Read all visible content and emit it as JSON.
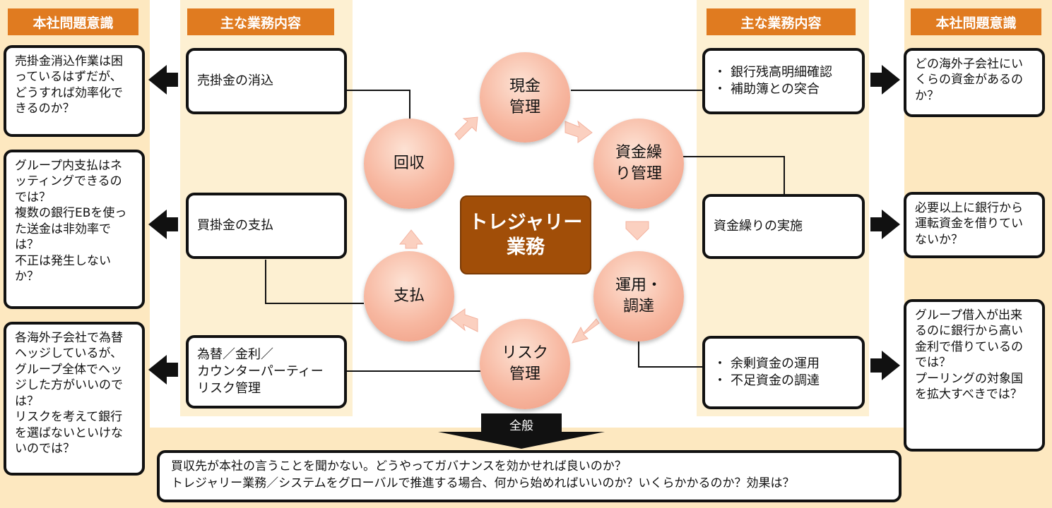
{
  "headers": {
    "left_issue": "本社問題意識",
    "left_tasks": "主な業務内容",
    "right_tasks": "主な業務内容",
    "right_issue": "本社問題意識"
  },
  "left_issues": [
    "売掛金消込作業は困っているはずだが、どうすれば効率化できるのか？",
    "グループ内支払はネッティングできるのでは？\n複数の銀行EBを使った送金は非効率では？\n不正は発生しないか？",
    "各海外子会社で為替ヘッジしているが、グループ全体でヘッジした方がいいのでは？\nリスクを考えて銀行を選ばないといけないのでは？"
  ],
  "left_tasks": [
    "売掛金の消込",
    "買掛金の支払",
    "為替／金利／\nカウンターパーティーリスク管理"
  ],
  "right_tasks": {
    "cash": [
      "銀行残高明細確認",
      "補助簿との突合"
    ],
    "funding": "資金繰りの実施",
    "investment": [
      "余剰資金の運用",
      "不足資金の調達"
    ]
  },
  "right_issues": [
    "どの海外子会社にいくらの資金があるのか？",
    "必要以上に銀行から運転資金を借りていないか？",
    "グループ借入が出来るのに銀行から高い金利で借りているのでは？\nプーリングの対象国を拡大すべきでは？"
  ],
  "cycle": {
    "center": "トレジャリー業務",
    "cash": "現金\n管理",
    "funding": "資金繰\nり管理",
    "invest": "運用・\n調達",
    "risk": "リスク\n管理",
    "payment": "支払",
    "collection": "回収"
  },
  "general": {
    "tag": "全般",
    "lines": [
      "買収先が本社の言うことを聞かない。どうやってガバナンスを効かせれば良いのか？",
      "トレジャリー業務／システムをグローバルで推進する場合、何から始めればいいのか？いくらかかるのか？効果は？"
    ]
  },
  "colors": {
    "header_orange": "#e07b20",
    "center_brown": "#a14e08",
    "panel_cream": "#fde8c0",
    "circle_fill": "#f7b7a0"
  }
}
